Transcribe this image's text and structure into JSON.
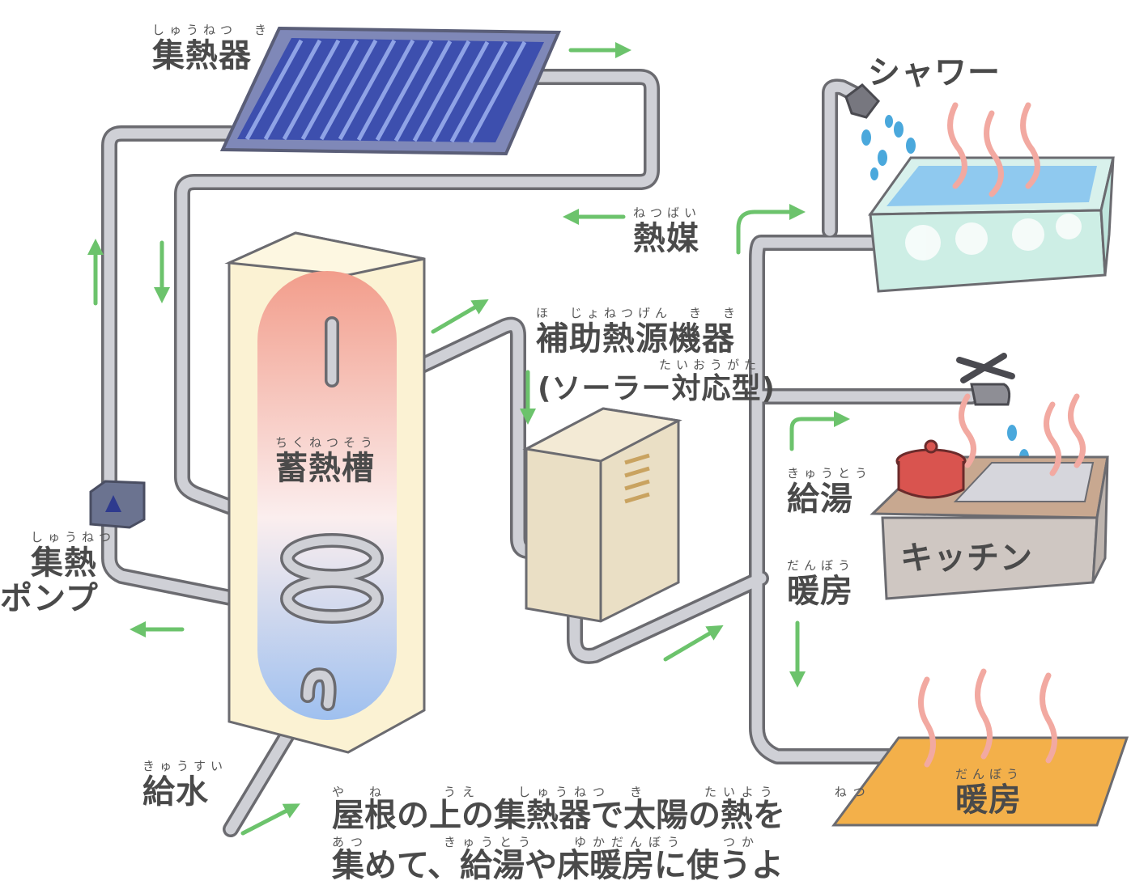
{
  "labels": {
    "collector": {
      "ruby": "しゅうねつ　き",
      "text": "集熱器"
    },
    "medium": {
      "ruby": "ねつばい",
      "text": "熱媒"
    },
    "shower": {
      "text": "シャワー"
    },
    "aux_heater": {
      "ruby": "ほ　じょねつげん　き　き",
      "text": "補助熱源機器"
    },
    "aux_heater_type": {
      "ruby": "たいおうがた",
      "text": "(ソーラー対応型)"
    },
    "storage_tank": {
      "ruby": "ちくねつそう",
      "text": "蓄熱槽"
    },
    "pump": {
      "ruby": "しゅうねつ",
      "text": "集熱",
      "text2": "ポンプ"
    },
    "hot_water": {
      "ruby": "きゅうとう",
      "text": "給湯"
    },
    "kitchen": {
      "text": "キッチン"
    },
    "heating_line": {
      "ruby": "だんぼう",
      "text": "暖房"
    },
    "water_supply": {
      "ruby": "きゅうすい",
      "text": "給水"
    },
    "floor_heating": {
      "ruby": "だんぼう",
      "text": "暖房"
    }
  },
  "caption": {
    "line1_ruby": "や　ね　　　うえ　　しゅうねつ　き　　　たいよう　　　ねつ",
    "line1": "屋根の上の集熱器で太陽の熱を",
    "line2_ruby": "あつ　　　　きゅうとう　　ゆかだんぼう　　つか",
    "line2": "集めて、給湯や床暖房に使うよ"
  },
  "colors": {
    "pipe": "#c9c9cf",
    "pipe_outline": "#6b6b70",
    "arrow": "#6cc36c",
    "collector": "#4b5fb5",
    "tank_warm": "#f1a08f",
    "tank_cool": "#a6c4ef",
    "heater_box": "#e9dcc3",
    "floor_heater": "#f3b04a",
    "bath_water": "#cfeee8",
    "steam": "#f2a9a1"
  }
}
